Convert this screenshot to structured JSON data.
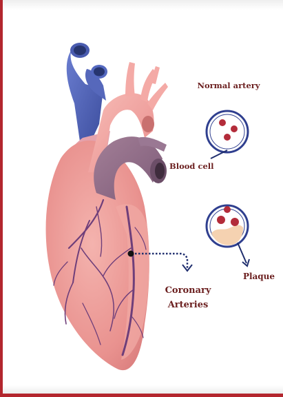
{
  "labels": {
    "normal_artery": "Normal artery",
    "blood_cell": "Blood cell",
    "plaque": "Plaque",
    "coronary_line1": "Coronary",
    "coronary_line2": "Arteries"
  },
  "colors": {
    "frame": "#b3262e",
    "label_text": "#6b1f1f",
    "vessel_ring": "#2f3f8f",
    "pointer_line": "#1f2e6e",
    "heart_body": "#eb9a98",
    "aorta": "#f2a9a5",
    "vena_cava": "#5263b0",
    "pulmonary": "#8e6b86",
    "coronary_vessels": "#6e3e7a",
    "blood_cell": "#b32c3a",
    "plaque": "#f5d2b1"
  },
  "icons": {
    "heart": "heart-illustration",
    "normal_artery": "artery-cross-section-icon",
    "clogged_artery": "plaque-artery-cross-section-icon"
  }
}
